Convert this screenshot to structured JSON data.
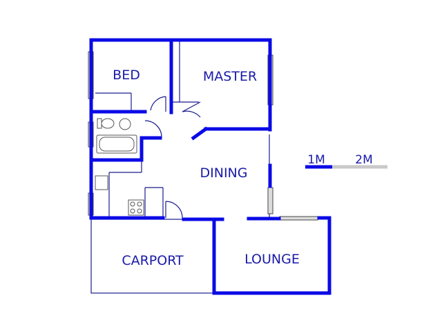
{
  "rooms": {
    "bed": "BED",
    "master": "MASTER",
    "dining": "DINING",
    "carport": "CARPORT",
    "lounge": "LOUNGE"
  },
  "scale": {
    "mark_1": "1M",
    "mark_2": "2M"
  },
  "colors": {
    "wall": "#0a0ae6",
    "label": "#1a1aa8",
    "scale_light": "#c8c8c8"
  }
}
